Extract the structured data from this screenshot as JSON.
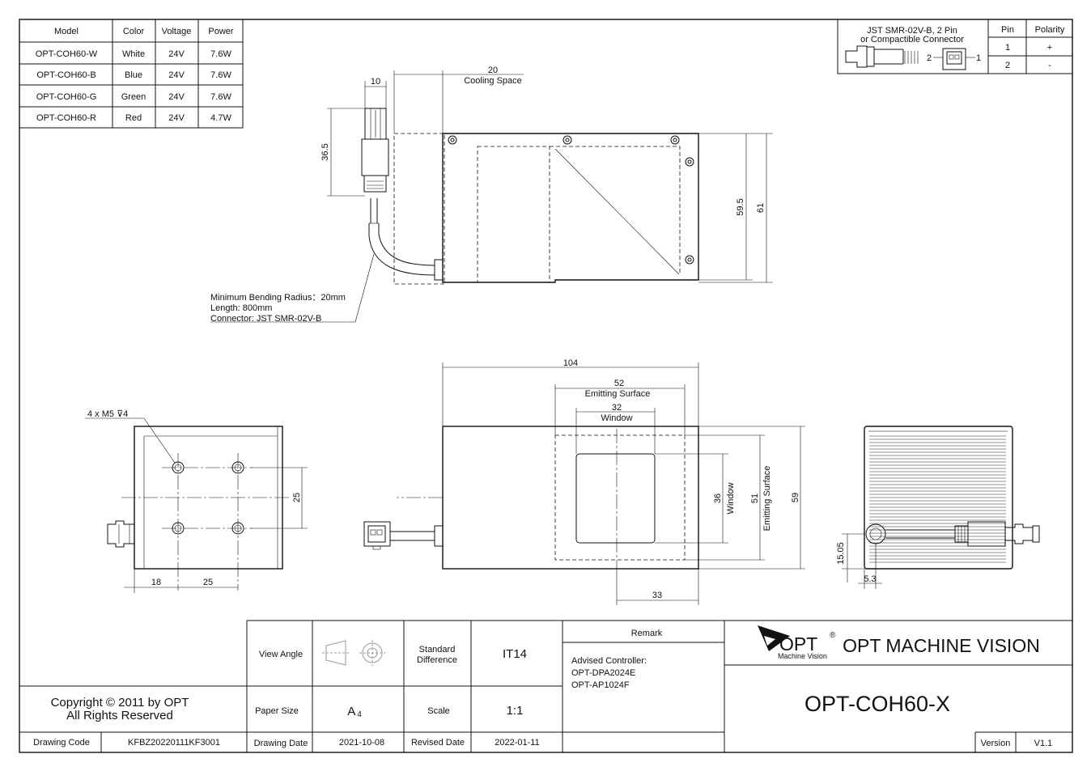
{
  "model_table": {
    "headers": [
      "Model",
      "Color",
      "Voltage",
      "Power"
    ],
    "rows": [
      [
        "OPT-COH60-W",
        "White",
        "24V",
        "7.6W"
      ],
      [
        "OPT-COH60-B",
        "Blue",
        "24V",
        "7.6W"
      ],
      [
        "OPT-COH60-G",
        "Green",
        "24V",
        "7.6W"
      ],
      [
        "OPT-COH60-R",
        "Red",
        "24V",
        "4.7W"
      ]
    ]
  },
  "connector_table": {
    "title_line1": "JST SMR-02V-B, 2 Pin",
    "title_line2": "or Compactible Connector",
    "pin_header": "Pin",
    "polarity_header": "Polarity",
    "rows": [
      [
        "1",
        "+"
      ],
      [
        "2",
        "-"
      ]
    ],
    "label_pin2": "2",
    "label_pin1": "1"
  },
  "top_view": {
    "dim_cable_width": "10",
    "dim_cooling": "20",
    "cooling_label": "Cooling Space",
    "dim_connector_len": "36.5",
    "dim_height_inner": "59.5",
    "dim_height_outer": "61",
    "note_line1": "Minimum Bending Radius：20mm",
    "note_line2": "Length: 800mm",
    "note_line3": "Connector: JST SMR-02V-B"
  },
  "front_view": {
    "dim_length": "104",
    "dim_emit_w": "52",
    "emit_label": "Emitting Surface",
    "dim_window_w": "32",
    "window_label": "Window",
    "dim_window_h": "36",
    "window_label_v": "Window",
    "dim_emit_h": "51",
    "emit_label_v": "Emitting Surface",
    "dim_height": "59",
    "dim_offset": "33"
  },
  "left_view": {
    "hole_note": "4 x M5 ⊽4",
    "dim_vert": "25",
    "dim_a": "18",
    "dim_b": "25"
  },
  "right_view": {
    "dim_h": "15.05",
    "dim_x": "5.3"
  },
  "title_block": {
    "copyright_line1": "Copyright © 2011 by OPT",
    "copyright_line2": "All Rights Reserved",
    "view_angle_label": "View Angle",
    "std_diff_line1": "Standard",
    "std_diff_line2": "Difference",
    "std_diff_value": "IT14",
    "paper_size_label": "Paper Size",
    "paper_size_value": "A",
    "paper_size_sub": "4",
    "scale_label": "Scale",
    "scale_value": "1:1",
    "drawing_code_label": "Drawing Code",
    "drawing_code_value": "KFBZ20220111KF3001",
    "drawing_date_label": "Drawing Date",
    "drawing_date_value": "2021-10-08",
    "revised_date_label": "Revised Date",
    "revised_date_value": "2022-01-11",
    "remark_label": "Remark",
    "remark_line1": "Advised Controller:",
    "remark_line2": "OPT-DPA2024E",
    "remark_line3": "OPT-AP1024F",
    "logo_text": "OPT",
    "logo_reg": "®",
    "logo_sub": "Machine Vision",
    "company_name": "OPT MACHINE VISION",
    "product_name": "OPT-COH60-X",
    "version_label": "Version",
    "version_value": "V1.1"
  }
}
